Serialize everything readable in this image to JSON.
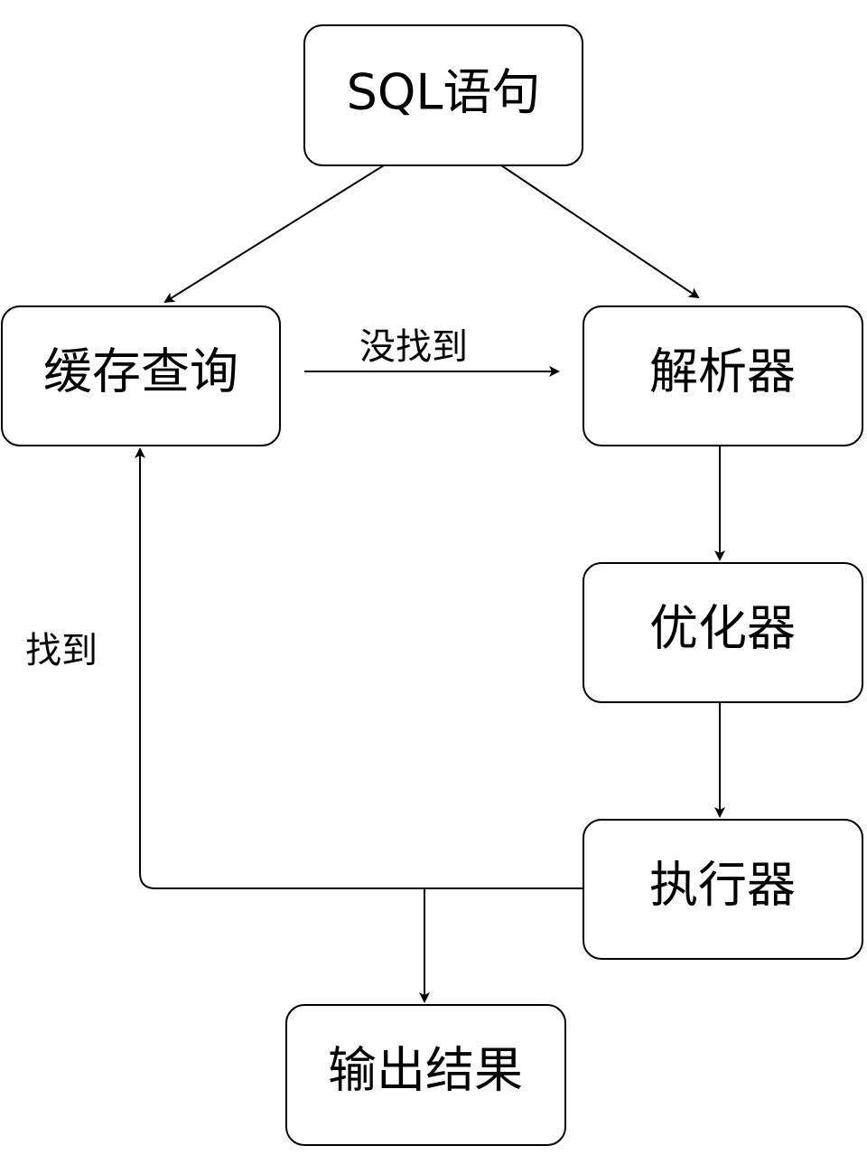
{
  "nodes": {
    "sql": "SQL语句",
    "cache": "缓存查询",
    "parser": "解析器",
    "optimizer": "优化器",
    "executor": "执行器",
    "output": "输出结果"
  },
  "edges": {
    "not_found": "没找到",
    "found": "找到"
  }
}
